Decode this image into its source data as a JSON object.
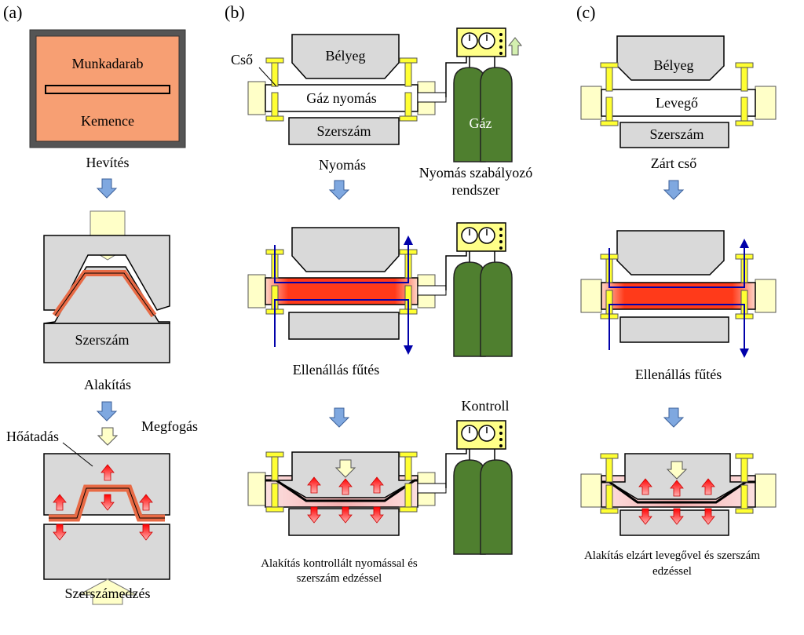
{
  "panels": {
    "a": {
      "tag": "(a)",
      "workpiece": "Munkadarab",
      "furnace": "Kemence",
      "heating": "Hevítés",
      "die": "Szerszám",
      "forming": "Alakítás",
      "heat_transfer": "Hőátadás",
      "clamping": "Megfogás",
      "die_quenching": "Szerszámedzés"
    },
    "b": {
      "tag": "(b)",
      "tube": "Cső",
      "punch": "Bélyeg",
      "gas_pressure": "Gáz nyomás",
      "die": "Szerszám",
      "gas": "Gáz",
      "pressure": "Nyomás",
      "regulator_line1": "Nyomás szabályozó",
      "regulator_line2": "rendszer",
      "resistance_heating": "Ellenállás fűtés",
      "control": "Kontroll",
      "result_line1": "Alakítás kontrollált nyomással és",
      "result_line2": "szerszám edzéssel"
    },
    "c": {
      "tag": "(c)",
      "punch": "Bélyeg",
      "air": "Levegő",
      "die": "Szerszám",
      "closed_tube": "Zárt cső",
      "resistance_heating": "Ellenállás fűtés",
      "result_line1": "Alakítás elzárt levegővel és szerszám",
      "result_line2": "edzéssel"
    }
  },
  "colors": {
    "grey": "#d9d9d9",
    "furnace": "#f79f73",
    "cream": "#ffffc8",
    "bolt": "#ffff33",
    "cylinder": "#4f7f2f",
    "gauge_box": "#ffff88",
    "flow_arrow": "#7fa8e0",
    "blue_electrode": "#0000aa",
    "formed_part": "#e86a45",
    "hot_red": "#ff2200"
  }
}
